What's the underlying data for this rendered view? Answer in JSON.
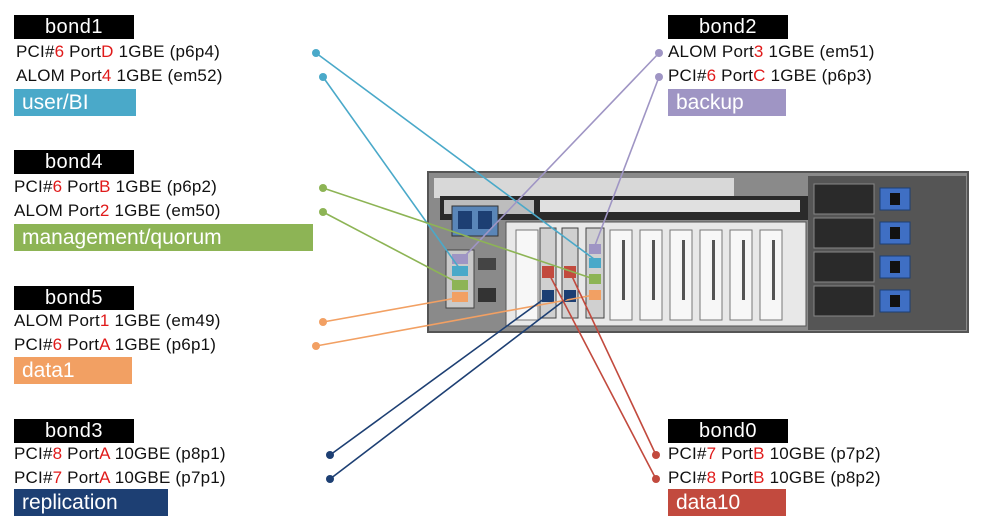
{
  "colors": {
    "user_bi": "#4aa9c9",
    "backup": "#9f95c4",
    "management": "#8db455",
    "data1": "#f2a063",
    "replication": "#1d3f73",
    "data10": "#c24a3e"
  },
  "bonds": [
    {
      "id": "bond1",
      "title": "bond1",
      "role": "user/BI",
      "color_key": "user_bi",
      "ports": [
        {
          "pre": "PCI#",
          "n1": "6",
          "mid": " Port",
          "n2": "D",
          "post": " 1GBE (p6p4)"
        },
        {
          "pre": "ALOM Port",
          "n1": "4",
          "mid": "",
          "n2": "",
          "post": " 1GBE (em52)"
        }
      ]
    },
    {
      "id": "bond2",
      "title": "bond2",
      "role": "backup",
      "color_key": "backup",
      "ports": [
        {
          "pre": "ALOM Port",
          "n1": "3",
          "mid": "",
          "n2": "",
          "post": " 1GBE (em51)"
        },
        {
          "pre": "PCI#",
          "n1": "6",
          "mid": " Port",
          "n2": "C",
          "post": " 1GBE (p6p3)"
        }
      ]
    },
    {
      "id": "bond4",
      "title": "bond4",
      "role": "management/quorum",
      "color_key": "management",
      "ports": [
        {
          "pre": "PCI#",
          "n1": "6",
          "mid": " Port",
          "n2": "B",
          "post": " 1GBE (p6p2)"
        },
        {
          "pre": "ALOM Port",
          "n1": "2",
          "mid": "",
          "n2": "",
          "post": " 1GBE (em50)"
        }
      ]
    },
    {
      "id": "bond5",
      "title": "bond5",
      "role": "data1",
      "color_key": "data1",
      "ports": [
        {
          "pre": "ALOM Port",
          "n1": "1",
          "mid": "",
          "n2": "",
          "post": " 1GBE (em49)"
        },
        {
          "pre": "PCI#",
          "n1": "6",
          "mid": " Port",
          "n2": "A",
          "post": " 1GBE (p6p1)"
        }
      ]
    },
    {
      "id": "bond3",
      "title": "bond3",
      "role": "replication",
      "color_key": "replication",
      "ports": [
        {
          "pre": "PCI#",
          "n1": "8",
          "mid": " Port",
          "n2": "A",
          "post": " 10GBE (p8p1)"
        },
        {
          "pre": "PCI#",
          "n1": "7",
          "mid": " Port",
          "n2": "A",
          "post": " 10GBE (p7p1)"
        }
      ]
    },
    {
      "id": "bond0",
      "title": "bond0",
      "role": "data10",
      "color_key": "data10",
      "ports": [
        {
          "pre": "PCI#",
          "n1": "7",
          "mid": " Port",
          "n2": "B",
          "post": " 10GBE (p7p2)"
        },
        {
          "pre": "PCI#",
          "n1": "8",
          "mid": " Port",
          "n2": "B",
          "post": " 10GBE (p8p2)"
        }
      ]
    }
  ]
}
